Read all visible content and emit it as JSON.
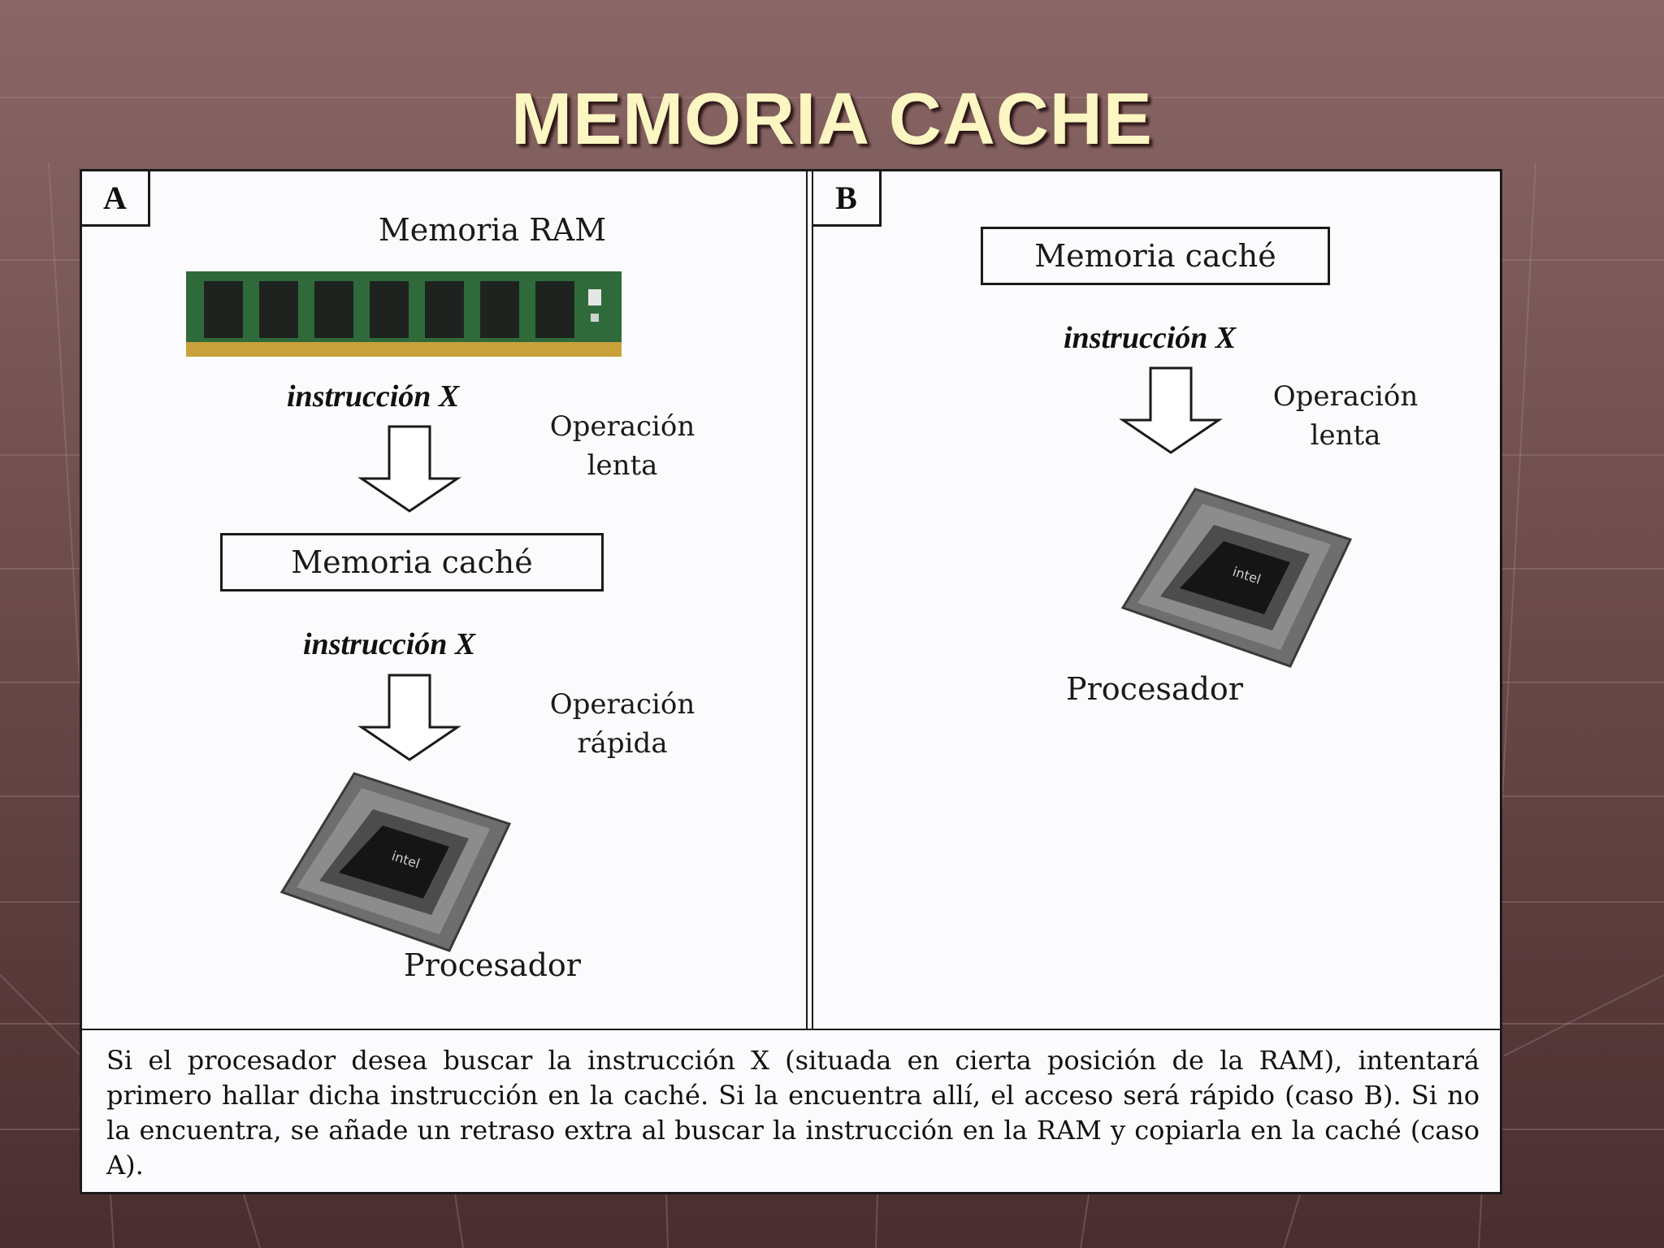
{
  "title": "MEMORIA CACHE",
  "panel_a": {
    "letter": "A",
    "ram_label": "Memoria RAM",
    "instruction_1": "instrucción X",
    "op_slow_line1": "Operación",
    "op_slow_line2": "lenta",
    "cache_label": "Memoria caché",
    "instruction_2": "instrucción X",
    "op_fast_line1": "Operación",
    "op_fast_line2": "rápida",
    "processor_label": "Procesador"
  },
  "panel_b": {
    "letter": "B",
    "cache_label": "Memoria caché",
    "instruction": "instrucción X",
    "op_line1": "Operación",
    "op_line2": "lenta",
    "processor_label": "Procesador"
  },
  "caption": "Si el procesador desea buscar la instrucción X (situada en cierta posición de la RAM), intentará primero hallar dicha instrucción en la caché. Si la encuentra allí, el acceso será rápido (caso B). Si no la encuentra, se añade un retraso extra al buscar la instrucción en la RAM y copiarla en la caché (caso A).",
  "colors": {
    "title": "#fbf6c2",
    "background_top": "#8a6766",
    "background_bottom": "#4a2e2f",
    "ram_board": "#2f6b3a",
    "chip_body": "#3a3a3a"
  },
  "icons": {
    "ram": "ram-module-icon",
    "processor": "processor-chip-icon",
    "arrow": "down-arrow-icon"
  }
}
